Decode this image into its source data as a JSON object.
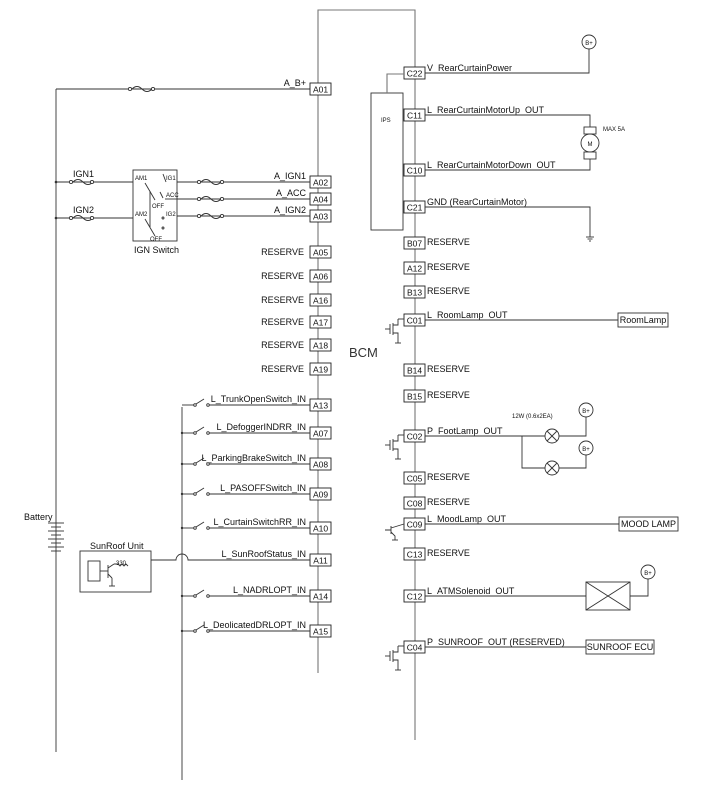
{
  "title": "BCM",
  "labels": {
    "bcm": "BCM",
    "ips": "IPS",
    "ign_switch": "IGN Switch",
    "battery": "Battery",
    "sunroof_unit": "SunRoof Unit",
    "sunroof_resistor": "330",
    "motor": "M",
    "motor_rating": "MAX 5A",
    "foot_lamp_rating": "12W (0.6x2EA)",
    "b_plus": "B+",
    "ign1": "IGN1",
    "ign2": "IGN2",
    "sw_am1": "AM1",
    "sw_am2": "AM2",
    "sw_ig1": "IG1",
    "sw_acc": "ACC",
    "sw_ig2": "IG2",
    "sw_off1": "OFF",
    "sw_off2": "OFF"
  },
  "left_pins": [
    {
      "pin": "A01",
      "signal": "A_B+",
      "kind": "fuse"
    },
    {
      "pin": "A02",
      "signal": "A_IGN1",
      "kind": "fuse"
    },
    {
      "pin": "A04",
      "signal": "A_ACC",
      "kind": "fuse"
    },
    {
      "pin": "A03",
      "signal": "A_IGN2",
      "kind": "fuse"
    },
    {
      "pin": "A05",
      "signal": "RESERVE",
      "kind": "reserve"
    },
    {
      "pin": "A06",
      "signal": "RESERVE",
      "kind": "reserve"
    },
    {
      "pin": "A16",
      "signal": "RESERVE",
      "kind": "reserve"
    },
    {
      "pin": "A17",
      "signal": "RESERVE",
      "kind": "reserve"
    },
    {
      "pin": "A18",
      "signal": "RESERVE",
      "kind": "reserve"
    },
    {
      "pin": "A19",
      "signal": "RESERVE",
      "kind": "reserve"
    },
    {
      "pin": "A13",
      "signal": "L_TrunkOpenSwitch_IN",
      "kind": "switch"
    },
    {
      "pin": "A07",
      "signal": "L_DefoggerINDRR_IN",
      "kind": "switch"
    },
    {
      "pin": "A08",
      "signal": "L_ParkingBrakeSwitch_IN",
      "kind": "switch"
    },
    {
      "pin": "A09",
      "signal": "L_PASOFFSwitch_IN",
      "kind": "switch"
    },
    {
      "pin": "A10",
      "signal": "L_CurtainSwitchRR_IN",
      "kind": "switch"
    },
    {
      "pin": "A11",
      "signal": "L_SunRoofStatus_IN",
      "kind": "sunroof"
    },
    {
      "pin": "A14",
      "signal": "L_NADRLOPT_IN",
      "kind": "switch"
    },
    {
      "pin": "A15",
      "signal": "L_DeolicatedDRLOPT_IN",
      "kind": "switch"
    }
  ],
  "right_pins": [
    {
      "pin": "C22",
      "signal": "V_RearCurtainPower",
      "kind": "bplus"
    },
    {
      "pin": "C11",
      "signal": "L_RearCurtainMotorUp_OUT",
      "kind": "motor-up"
    },
    {
      "pin": "C10",
      "signal": "L_RearCurtainMotorDown_OUT",
      "kind": "motor-down"
    },
    {
      "pin": "C21",
      "signal": "GND (RearCurtainMotor)",
      "kind": "ground"
    },
    {
      "pin": "B07",
      "signal": "RESERVE",
      "kind": "reserve"
    },
    {
      "pin": "A12",
      "signal": "RESERVE",
      "kind": "reserve"
    },
    {
      "pin": "B13",
      "signal": "RESERVE",
      "kind": "reserve"
    },
    {
      "pin": "C01",
      "signal": "L_RoomLamp_OUT",
      "kind": "load",
      "load": "RoomLamp"
    },
    {
      "pin": "B14",
      "signal": "RESERVE",
      "kind": "reserve"
    },
    {
      "pin": "B15",
      "signal": "RESERVE",
      "kind": "reserve"
    },
    {
      "pin": "C02",
      "signal": "P_FootLamp_OUT",
      "kind": "footlamp"
    },
    {
      "pin": "C05",
      "signal": "RESERVE",
      "kind": "reserve"
    },
    {
      "pin": "C08",
      "signal": "RESERVE",
      "kind": "reserve"
    },
    {
      "pin": "C09",
      "signal": "L_MoodLamp_OUT",
      "kind": "load",
      "load": "MOOD LAMP"
    },
    {
      "pin": "C13",
      "signal": "RESERVE",
      "kind": "reserve"
    },
    {
      "pin": "C12",
      "signal": "L_ATMSolenoid_OUT",
      "kind": "solenoid"
    },
    {
      "pin": "C04",
      "signal": "P_SUNROOF_OUT (RESERVED)",
      "kind": "load",
      "load": "SUNROOF ECU"
    }
  ]
}
